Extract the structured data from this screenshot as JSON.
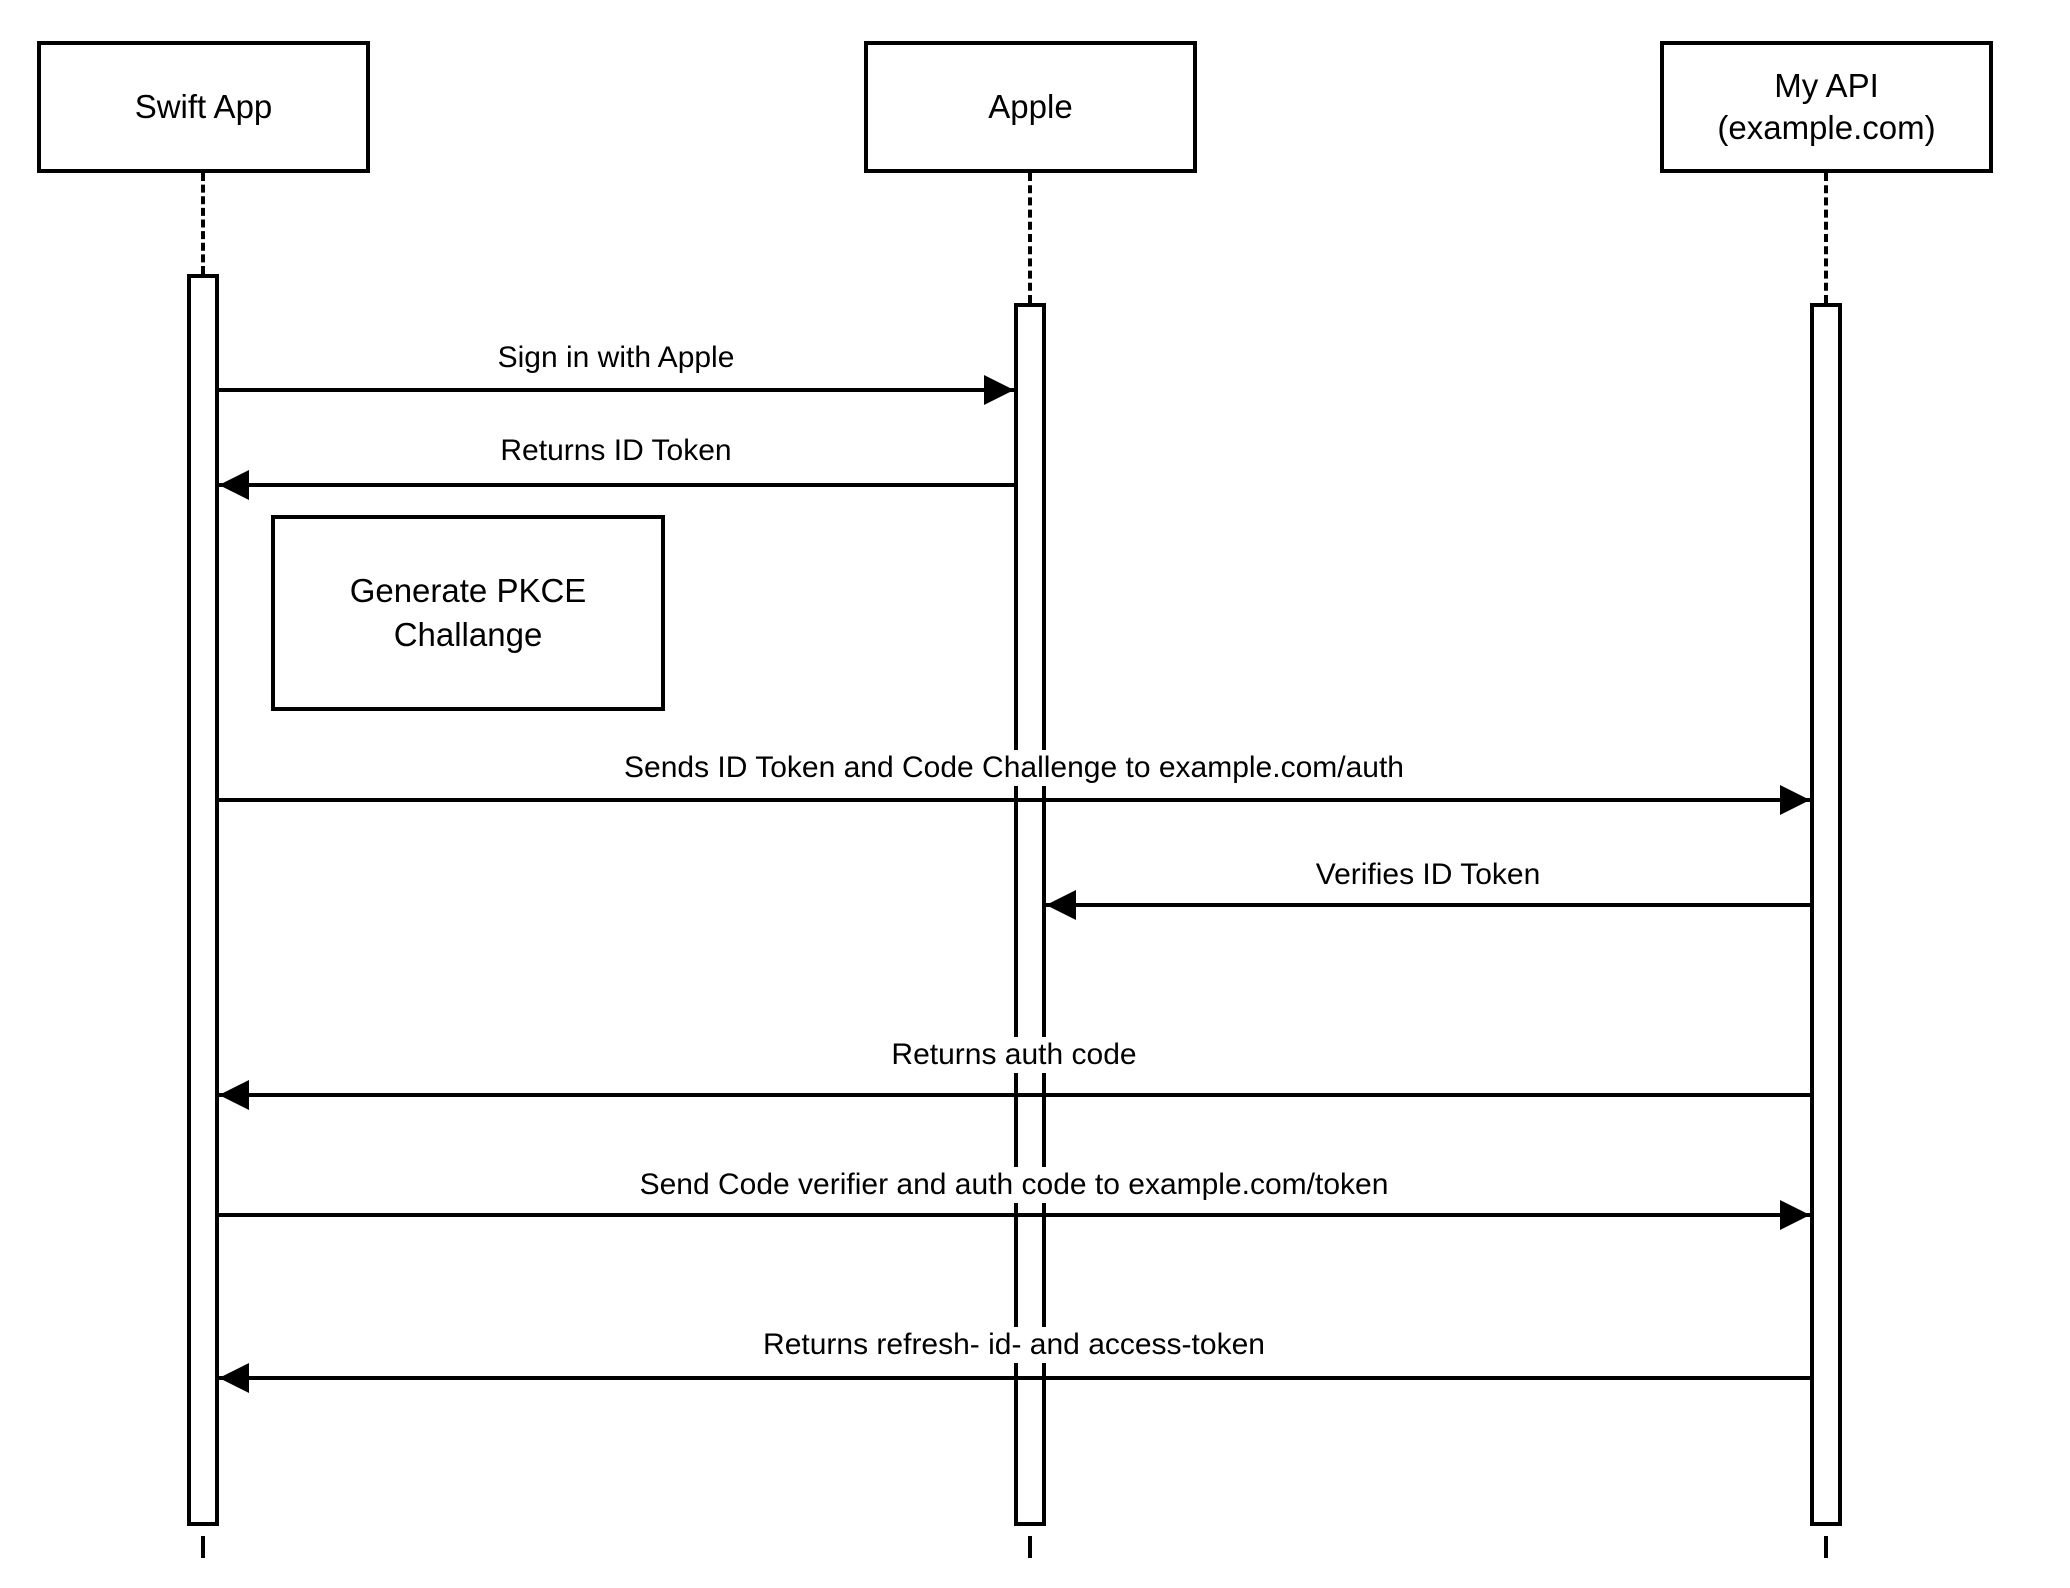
{
  "colors": {
    "stroke": "#000000",
    "background": "#ffffff"
  },
  "actors": [
    {
      "name": "Swift App"
    },
    {
      "name": "Apple"
    },
    {
      "name": "My API\n(example.com)"
    }
  ],
  "note": {
    "text": "Generate PKCE\nChallange"
  },
  "messages": [
    {
      "label": "Sign in with Apple",
      "from": "Swift App",
      "to": "Apple",
      "direction": "right"
    },
    {
      "label": "Returns ID Token",
      "from": "Apple",
      "to": "Swift App",
      "direction": "left"
    },
    {
      "label": "Sends ID Token and Code Challenge to example.com/auth",
      "from": "Swift App",
      "to": "My API (example.com)",
      "direction": "right"
    },
    {
      "label": "Verifies ID Token",
      "from": "My API (example.com)",
      "to": "Apple",
      "direction": "left"
    },
    {
      "label": "Returns auth code",
      "from": "My API (example.com)",
      "to": "Swift App",
      "direction": "left"
    },
    {
      "label": "Send Code verifier and auth code to example.com/token",
      "from": "Swift App",
      "to": "My API (example.com)",
      "direction": "right"
    },
    {
      "label": "Returns refresh- id- and access-token",
      "from": "My API (example.com)",
      "to": "Swift App",
      "direction": "left"
    }
  ]
}
